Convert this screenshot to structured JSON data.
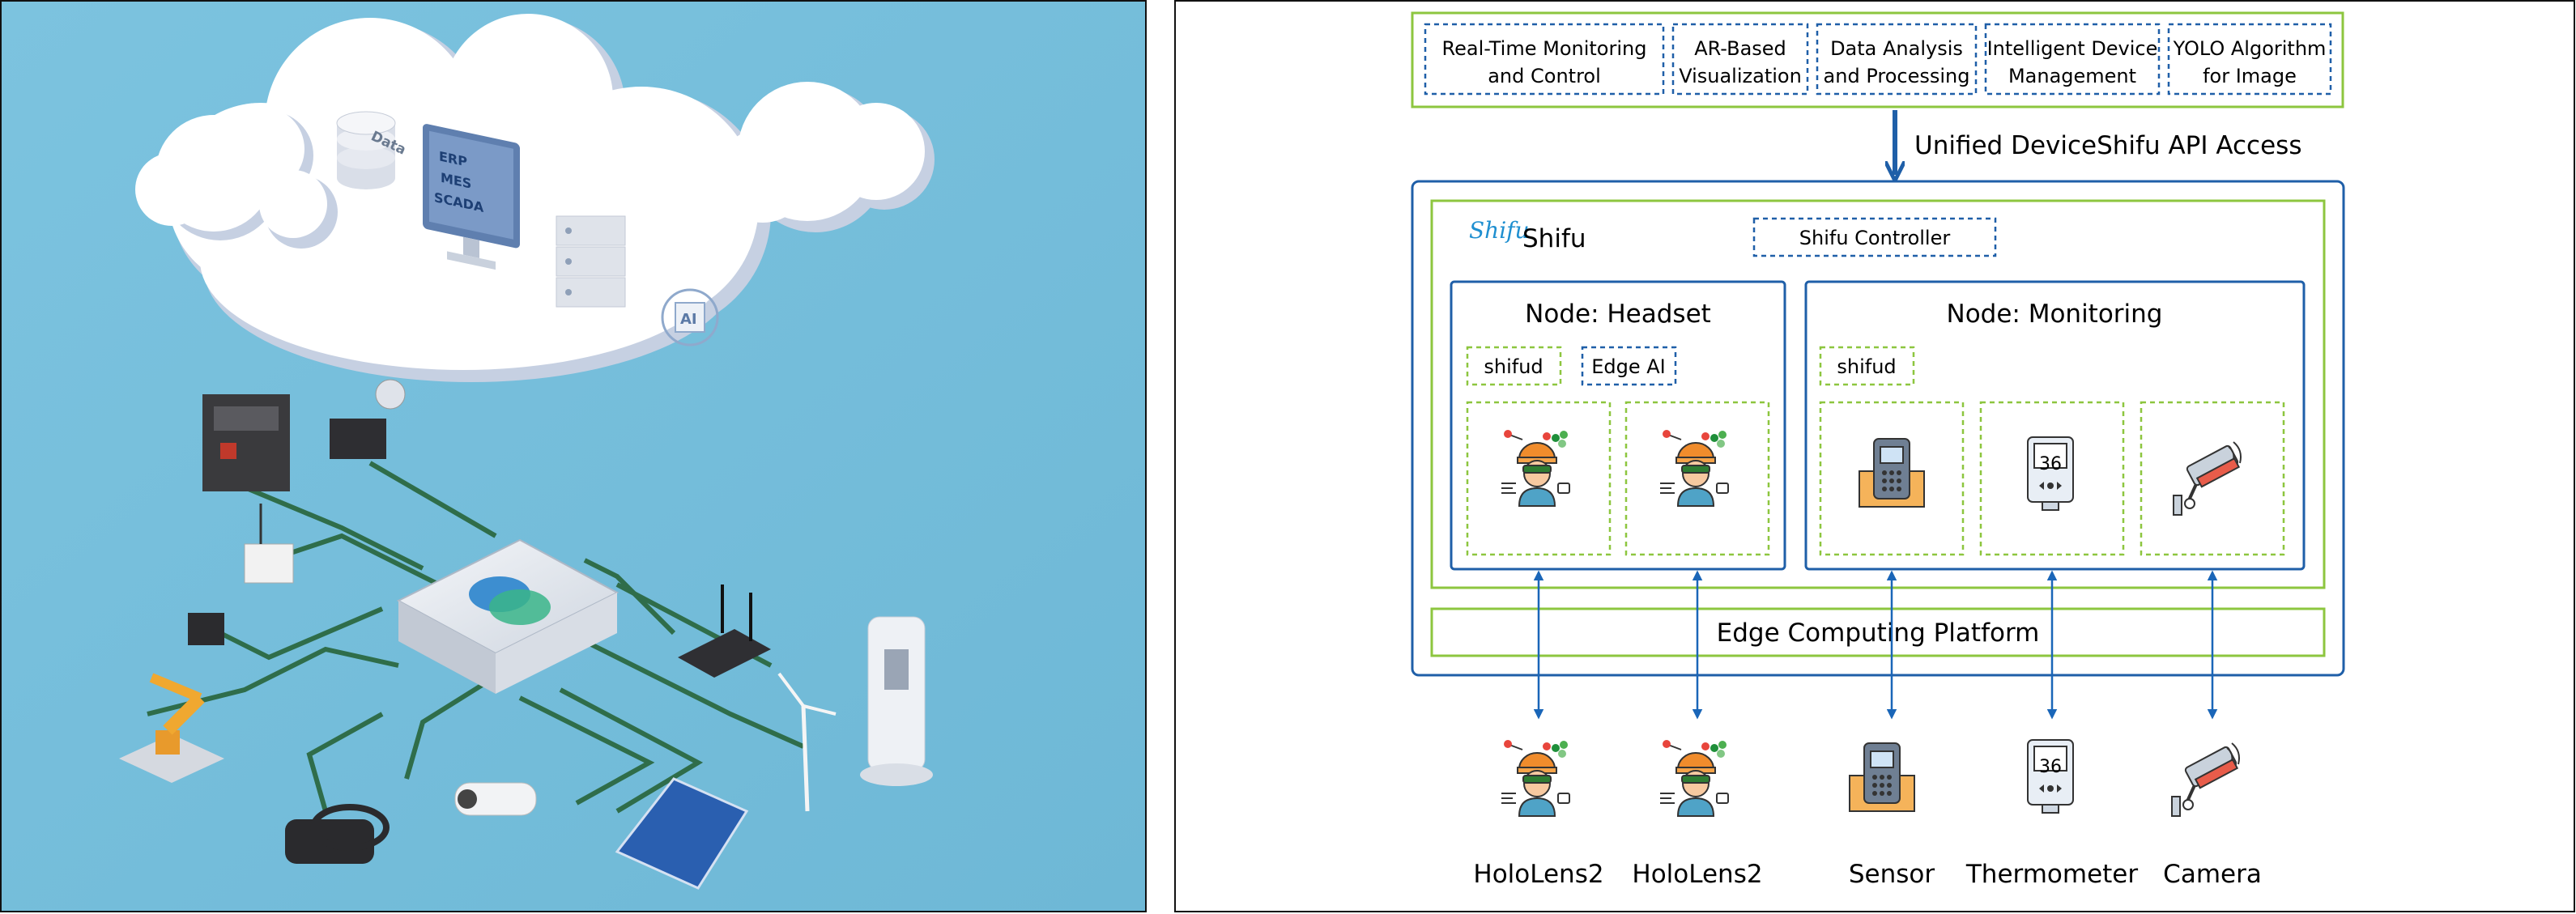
{
  "cloud_illustration": {
    "data_label": "Data",
    "monitor_lines": [
      "ERP",
      "MES",
      "SCADA"
    ],
    "ai_label": "AI"
  },
  "diagram": {
    "apps": [
      {
        "line1": "Real-Time Monitoring",
        "line2": "and Control"
      },
      {
        "line1": "AR-Based",
        "line2": "Visualization"
      },
      {
        "line1": "Data Analysis",
        "line2": "and Processing"
      },
      {
        "line1": "Intelligent Device",
        "line2": "Management"
      },
      {
        "line1": "YOLO Algorithm",
        "line2": "for Image"
      }
    ],
    "api_label": "Unified DeviceShifu API Access",
    "shifu_logo_text": "Shifu",
    "shifu_label": "Shifu",
    "controller_label": "Shifu Controller",
    "node_headset": {
      "title": "Node: Headset",
      "shifud": "shifud",
      "edge_ai": "Edge AI"
    },
    "node_monitoring": {
      "title": "Node: Monitoring",
      "shifud": "shifud"
    },
    "thermo_display": "36",
    "edge_platform_label": "Edge Computing Platform",
    "devices": [
      {
        "label": "HoloLens2",
        "icon": "hololens-worker-icon"
      },
      {
        "label": "HoloLens2",
        "icon": "hololens-worker-icon"
      },
      {
        "label": "Sensor",
        "icon": "sensor-icon"
      },
      {
        "label": "Thermometer",
        "icon": "thermometer-icon"
      },
      {
        "label": "Camera",
        "icon": "camera-icon"
      }
    ],
    "colors": {
      "green": "#8dc63f",
      "blue": "#1f5fa8",
      "arrow": "#1a66b8"
    }
  }
}
